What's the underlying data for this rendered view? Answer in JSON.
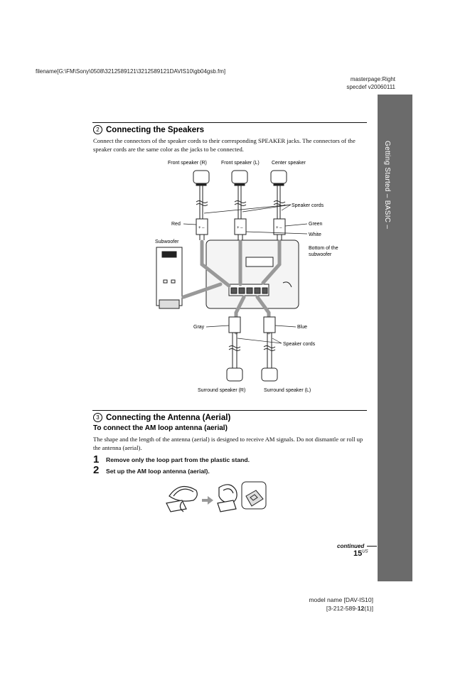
{
  "header": {
    "filename": "filename[G:\\FM\\Sony\\0508\\3212589121\\3212589121DAVIS10\\gb04gsb.fm]",
    "masterpage": "masterpage:Right",
    "specdef": "specdef v20060111"
  },
  "side_tab": {
    "text": "Getting Started – BASIC –",
    "color": "#6b6b6b"
  },
  "section2": {
    "number": "2",
    "title": "Connecting the Speakers",
    "body": "Connect the connectors of the speaker cords to their corresponding SPEAKER jacks. The connectors of the speaker cords are the same color as the jacks to be connected."
  },
  "speaker_diagram": {
    "front_r": "Front speaker (R)",
    "front_l": "Front speaker (L)",
    "center": "Center speaker",
    "speaker_cords_top": "Speaker cords",
    "red": "Red",
    "green": "Green",
    "white": "White",
    "subwoofer": "Subwoofer",
    "bottom_of_subwoofer": "Bottom of the subwoofer",
    "gray": "Gray",
    "blue": "Blue",
    "speaker_cords_bottom": "Speaker cords",
    "surround_r": "Surround speaker (R)",
    "surround_l": "Surround speaker (L)"
  },
  "section3": {
    "number": "3",
    "title": "Connecting the Antenna (Aerial)",
    "subtitle": "To connect the AM loop antenna (aerial)",
    "body": "The shape and the length of the antenna (aerial) is designed to receive AM signals. Do not dismantle or roll up the antenna (aerial).",
    "steps": [
      {
        "num": "1",
        "text": "Remove only the loop part from the plastic stand."
      },
      {
        "num": "2",
        "text": "Set up the AM loop antenna (aerial)."
      }
    ]
  },
  "footer": {
    "continued": "continued",
    "page": "15",
    "page_suffix": "US",
    "model_name": "model name [DAV-IS10]",
    "part_pre": "[3-212-589-",
    "part_bold": "12",
    "part_post": "(1)]"
  }
}
